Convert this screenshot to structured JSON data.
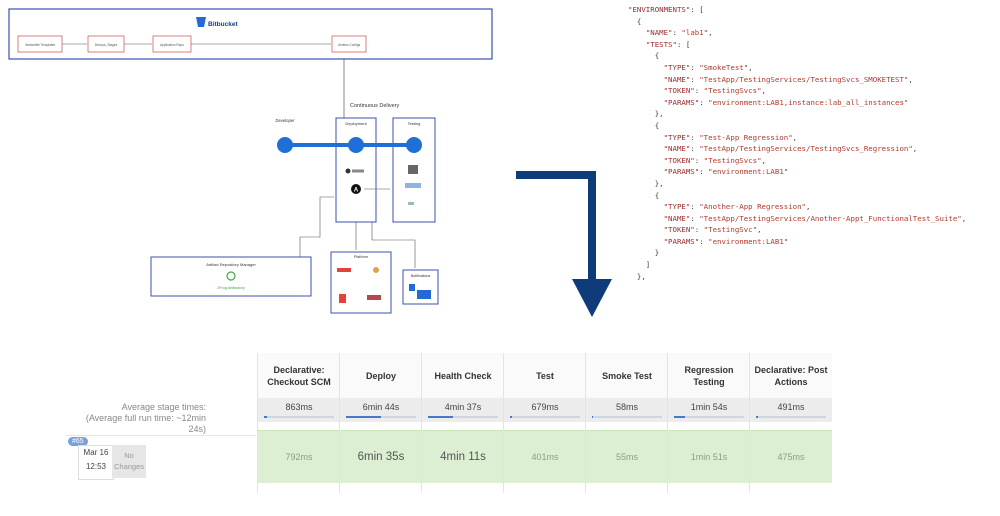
{
  "bitbucket": {
    "brand": "Bitbucket",
    "boxes": [
      "Jenkinsfile Templates",
      "Devops_Stages",
      "Application Repo",
      "Jenkins Configs"
    ]
  },
  "pipeline": {
    "title": "Continuous Delivery",
    "developer": "Developer",
    "deployment": "Deployment",
    "testing": "Testing",
    "artifact_manager": "Artifact Repository Manager",
    "artifact_brand": "JFrog Artifactory",
    "platform": "Platform",
    "notifications": "Notifications"
  },
  "code": {
    "environments_key": "\"ENVIRONMENTS\"",
    "name_key": "\"NAME\"",
    "name_val": "\"lab1\"",
    "tests_key": "\"TESTS\"",
    "tests": [
      {
        "type": "\"SmokeTest\"",
        "name": "\"TestApp/TestingServices/TestingSvcs_SMOKETEST\"",
        "token": "\"TestingSvcs\"",
        "params": "\"environment:LAB1,instance:lab_all_instances\""
      },
      {
        "type": "\"Test-App Regression\"",
        "name": "\"TestApp/TestingServices/TestingSvcs_Regression\"",
        "token": "\"TestingSvcs\"",
        "params": "\"environment:LAB1\""
      },
      {
        "type": "\"Another-App Regression\"",
        "name": "\"TestApp/TestingServices/Another-Appt_FunctionalTest_Suite\"",
        "token": "\"TestingSvc\"",
        "params": "\"environment:LAB1\""
      }
    ],
    "keys": {
      "type": "\"TYPE\"",
      "name": "\"NAME\"",
      "token": "\"TOKEN\"",
      "params": "\"PARAMS\""
    }
  },
  "stage_view": {
    "avg_label": "Average stage times:",
    "avg_full_label": "(Average full run time: ~12min",
    "avg_full_label2": "24s)",
    "build_badge": "#65",
    "build_date": "Mar 16",
    "build_time": "12:53",
    "changes_label": "No Changes",
    "stages": [
      {
        "name": "Declarative: Checkout SCM",
        "avg": "863ms",
        "avg_frac": 0.04,
        "run": "792ms",
        "big": false
      },
      {
        "name": "Deploy",
        "avg": "6min 44s",
        "avg_frac": 0.5,
        "run": "6min 35s",
        "big": true
      },
      {
        "name": "Health Check",
        "avg": "4min 37s",
        "avg_frac": 0.35,
        "run": "4min 11s",
        "big": true
      },
      {
        "name": "Test",
        "avg": "679ms",
        "avg_frac": 0.03,
        "run": "401ms",
        "big": false
      },
      {
        "name": "Smoke Test",
        "avg": "58ms",
        "avg_frac": 0.02,
        "run": "55ms",
        "big": false
      },
      {
        "name": "Regression Testing",
        "avg": "1min 54s",
        "avg_frac": 0.15,
        "run": "1min 51s",
        "big": false
      },
      {
        "name": "Declarative: Post Actions",
        "avg": "491ms",
        "avg_frac": 0.03,
        "run": "475ms",
        "big": false
      }
    ]
  },
  "colors": {
    "accent_blue": "#1f6fd6",
    "arrow_navy": "#0e3b7a",
    "success_green": "#dcefd2",
    "box_border": "#3b4fb0"
  }
}
